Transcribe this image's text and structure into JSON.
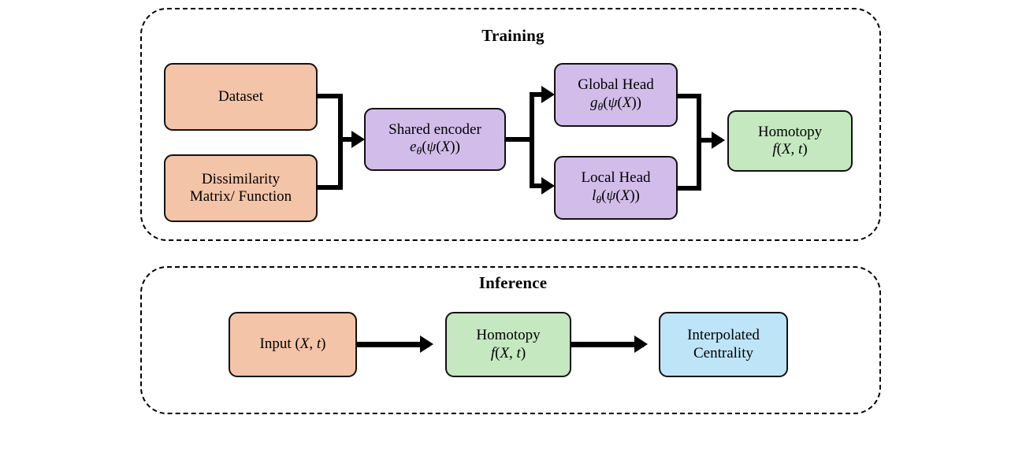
{
  "figure": {
    "panels": [
      {
        "id": "training",
        "title": "Training"
      },
      {
        "id": "inference",
        "title": "Inference"
      }
    ]
  },
  "training": {
    "title": "Training",
    "nodes": {
      "dataset": {
        "line1": "Dataset",
        "color": "#f4c4a8"
      },
      "dissimilarity": {
        "line1": "Dissimilarity",
        "line2": "Matrix/ Function",
        "color": "#f4c4a8"
      },
      "shared_encoder": {
        "line1": "Shared encoder",
        "line2": "eθ(ψ(X))",
        "color": "#d2bdea"
      },
      "global_head": {
        "line1": "Global Head",
        "line2": "gθ(ψ(X))",
        "color": "#d2bdea"
      },
      "local_head": {
        "line1": "Local Head",
        "line2": "lθ(ψ(X))",
        "color": "#d2bdea"
      },
      "homotopy": {
        "line1": "Homotopy",
        "line2": "f(X, t)",
        "color": "#c5e8c0"
      }
    }
  },
  "inference": {
    "title": "Inference",
    "nodes": {
      "input": {
        "line1": "Input (X, t)",
        "color": "#f4c4a8"
      },
      "homotopy": {
        "line1": "Homotopy",
        "line2": "f(X, t)",
        "color": "#c5e8c0"
      },
      "interpolated_centrality": {
        "line1": "Interpolated",
        "line2": "Centrality",
        "color": "#bee4f7"
      }
    }
  },
  "palette": {
    "orange": "#f4c4a8",
    "purple": "#d2bdea",
    "green": "#c5e8c0",
    "blue": "#bee4f7",
    "stroke": "#000000",
    "background": "#ffffff"
  }
}
